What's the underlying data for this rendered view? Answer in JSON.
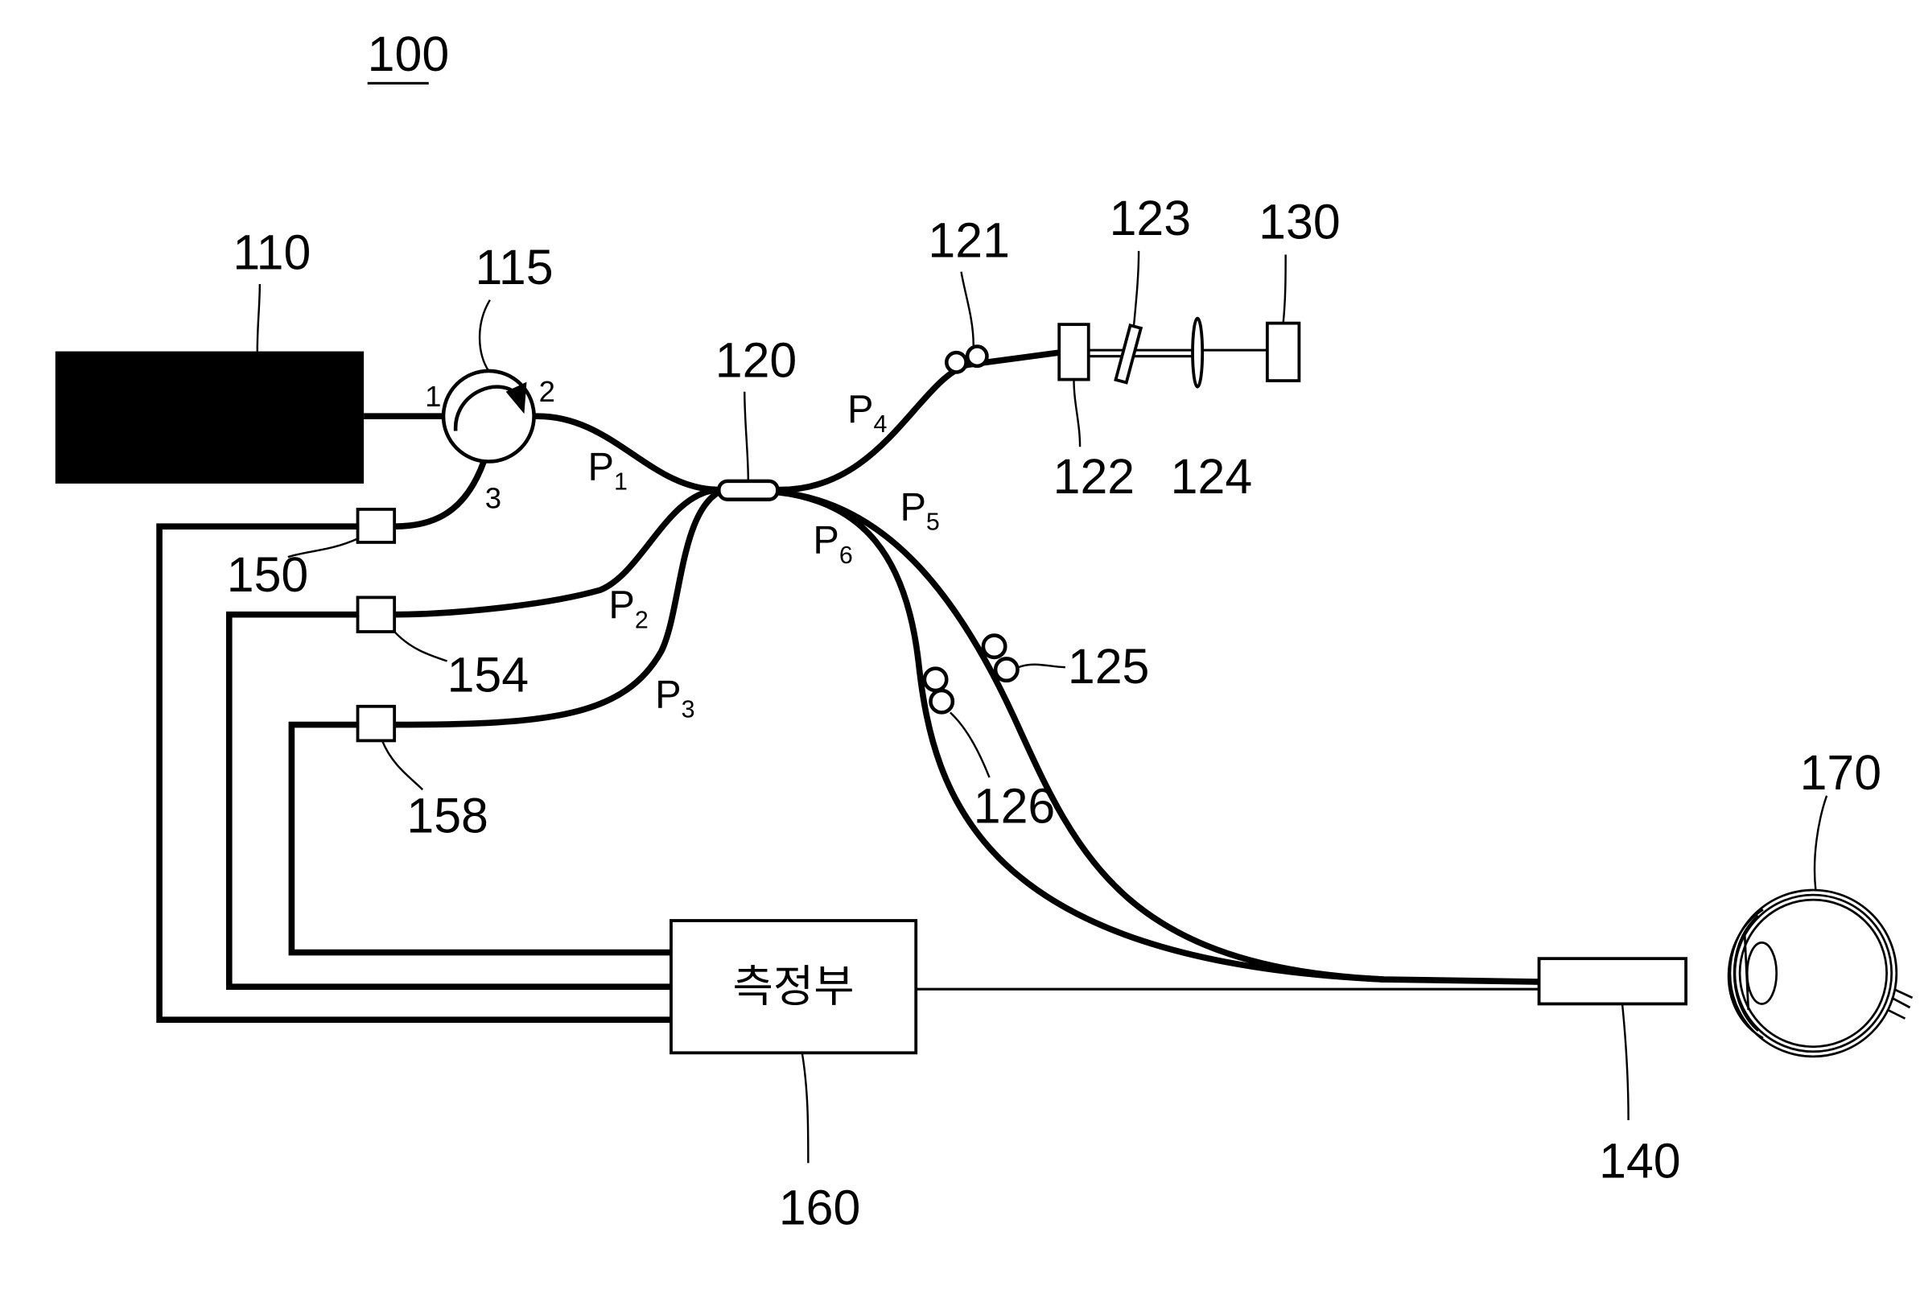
{
  "figure": {
    "system_label": "100",
    "components": {
      "light_source": "110",
      "circulator": "115",
      "coupler": "120",
      "polarization_controller_ref": "121",
      "collimator": "122",
      "waveplate": "123",
      "lens": "124",
      "reference_mirror": "130",
      "polarization_controller_p5": "125",
      "polarization_controller_p6": "126",
      "probe": "140",
      "detector_150": "150",
      "detector_154": "154",
      "detector_158": "158",
      "measurement_unit": "160",
      "eye": "170"
    },
    "measurement_unit_text": "측정부",
    "circulator_ports": [
      "1",
      "2",
      "3"
    ],
    "paths": [
      {
        "p": "P",
        "sub": "1"
      },
      {
        "p": "P",
        "sub": "2"
      },
      {
        "p": "P",
        "sub": "3"
      },
      {
        "p": "P",
        "sub": "4"
      },
      {
        "p": "P",
        "sub": "5"
      },
      {
        "p": "P",
        "sub": "6"
      }
    ]
  }
}
